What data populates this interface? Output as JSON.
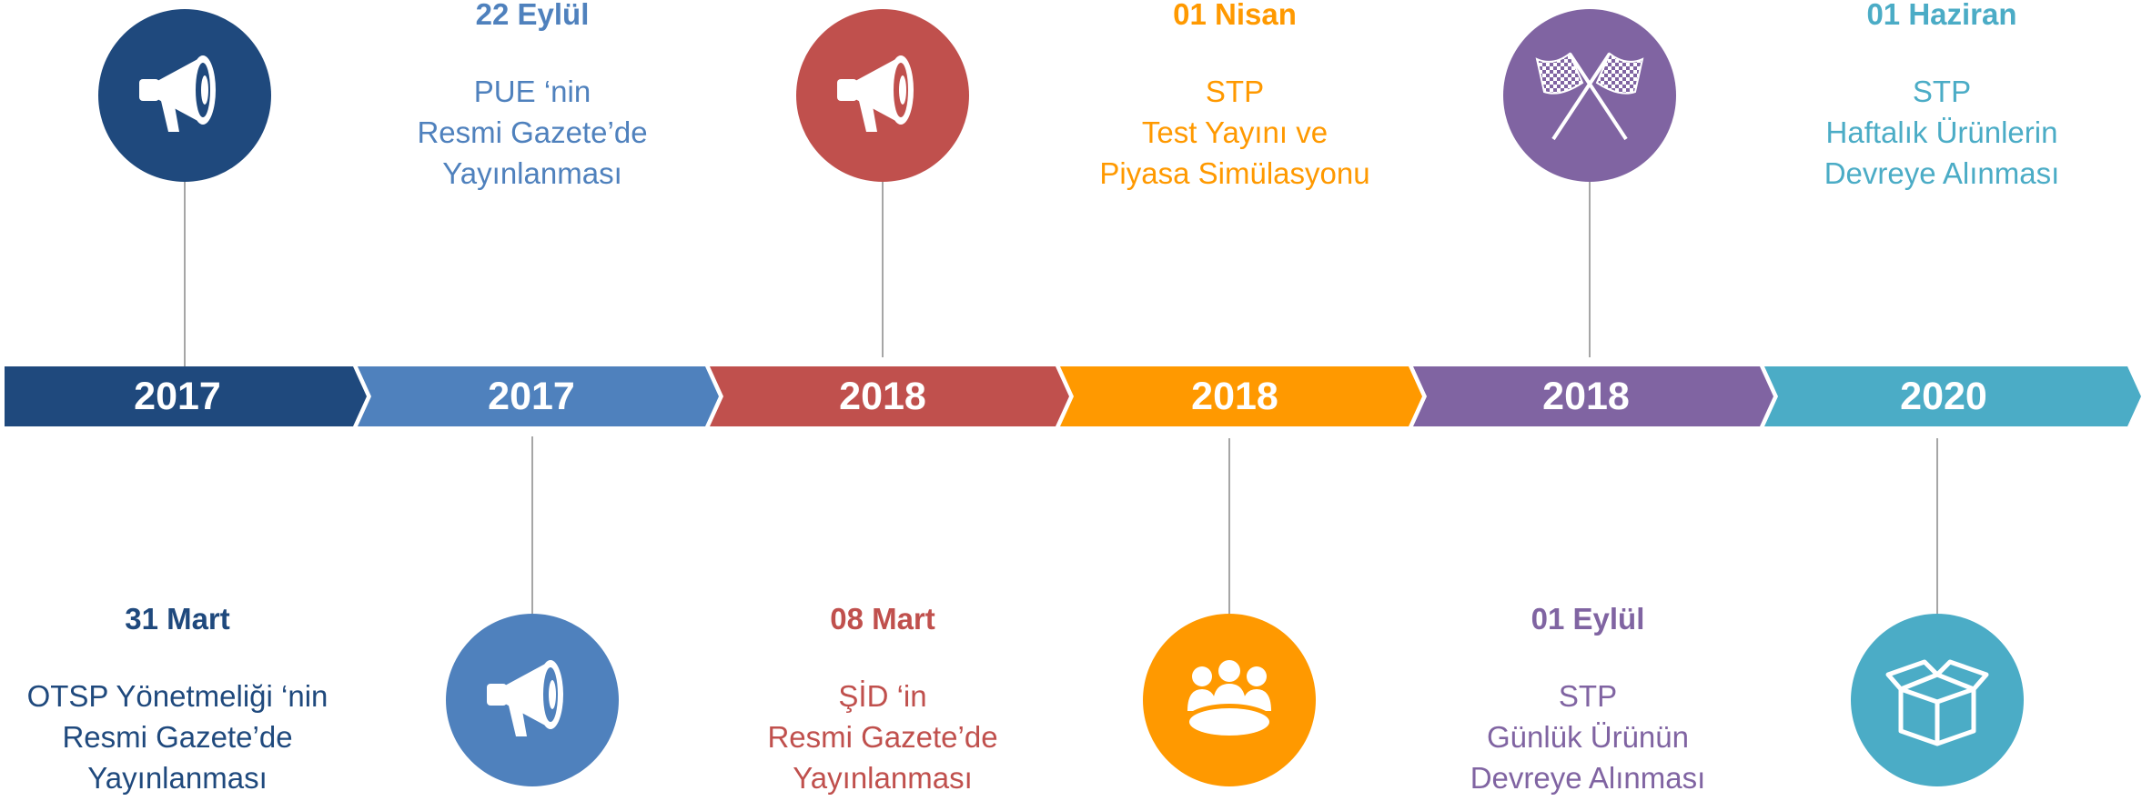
{
  "colors": {
    "navy": "#1f497d",
    "blue": "#4f81bd",
    "red": "#c0504d",
    "orange": "#ff9900",
    "purple": "#8064a2",
    "teal": "#4bacc6",
    "connector": "#a6a6a6"
  },
  "segments": [
    {
      "year": "2017",
      "color": "#1f497d"
    },
    {
      "year": "2017",
      "color": "#4f81bd"
    },
    {
      "year": "2018",
      "color": "#c0504d"
    },
    {
      "year": "2018",
      "color": "#ff9900"
    },
    {
      "year": "2018",
      "color": "#8064a2"
    },
    {
      "year": "2020",
      "color": "#4bacc6"
    }
  ],
  "events": [
    {
      "date": "31 Mart",
      "lines": [
        "OTSP Yönetmeliği ‘nin",
        "Resmi Gazete’de",
        "Yayınlanması"
      ],
      "icon": "megaphone-icon",
      "color": "#1f497d"
    },
    {
      "date": "22 Eylül",
      "lines": [
        "PUE ‘nin",
        "Resmi Gazete’de",
        "Yayınlanması"
      ],
      "icon": "megaphone-icon",
      "color": "#4f81bd"
    },
    {
      "date": "08 Mart",
      "lines": [
        "ŞİD ‘in",
        "Resmi Gazete’de",
        "Yayınlanması"
      ],
      "icon": "megaphone-icon",
      "color": "#c0504d"
    },
    {
      "date": "01 Nisan",
      "lines": [
        "STP",
        "Test Yayını ve",
        "Piyasa Simülasyonu"
      ],
      "icon": "meeting-group-icon",
      "color": "#ff9900"
    },
    {
      "date": "01 Eylül",
      "lines": [
        "STP",
        "Günlük Ürünün",
        "Devreye Alınması"
      ],
      "icon": "checkered-flags-icon",
      "color": "#8064a2"
    },
    {
      "date": "01 Haziran",
      "lines": [
        "STP",
        "Haftalık Ürünlerin",
        "Devreye Alınması"
      ],
      "icon": "open-box-icon",
      "color": "#4bacc6"
    }
  ]
}
